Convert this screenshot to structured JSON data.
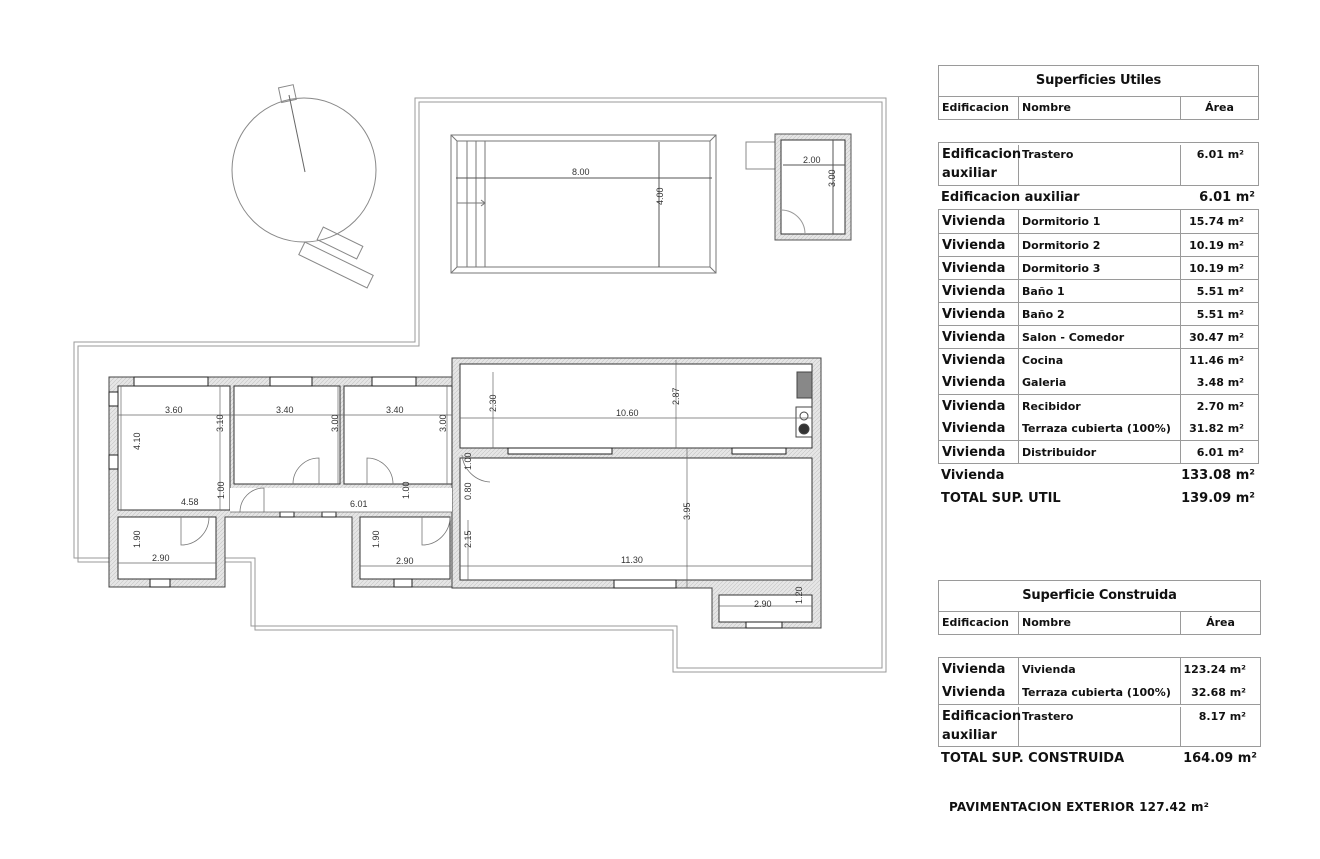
{
  "plan": {
    "pool": {
      "length": "8.00",
      "width": "4.00"
    },
    "storage": {
      "width": "2.00",
      "depth": "3.00"
    },
    "rooms_dims": {
      "dorm1_w": "3.60",
      "dorm1_h": "4.10",
      "dorm1_h2": "3.10",
      "dorm2_w": "3.40",
      "dorm2_h": "3.00",
      "dorm3_w": "3.40",
      "dorm3_h": "3.00",
      "hall_left_w": "4.58",
      "hall_left_h": "1.00",
      "hall_right_w": "6.01",
      "hall_right_h": "1.00",
      "bath1_w": "2.90",
      "bath1_h": "1.90",
      "bath2_w": "2.90",
      "bath2_h": "1.90",
      "terrace_w": "10.60",
      "terrace_h": "2.87",
      "terrace_h2": "2.30",
      "entry_h": "1.00",
      "entry_h2": "0.80",
      "living_w": "11.30",
      "living_h": "3.95",
      "living_h2": "2.15",
      "galeria_w": "2.90",
      "galeria_h": "1.20"
    }
  },
  "utiles": {
    "title": "Superficies Utiles",
    "headers": {
      "edificacion": "Edificacion",
      "nombre": "Nombre",
      "area": "Área"
    },
    "aux_rows": [
      {
        "edificacion": "Edificacion auxiliar",
        "nombre": "Trastero",
        "area": "6.01 m²"
      }
    ],
    "aux_subtotal": {
      "label": "Edificacion auxiliar",
      "area": "6.01 m²"
    },
    "viv_rows": [
      {
        "edificacion": "Vivienda",
        "nombre": "Dormitorio 1",
        "area": "15.74 m²"
      },
      {
        "edificacion": "Vivienda",
        "nombre": "Dormitorio 2",
        "area": "10.19 m²"
      },
      {
        "edificacion": "Vivienda",
        "nombre": "Dormitorio 3",
        "area": "10.19 m²"
      },
      {
        "edificacion": "Vivienda",
        "nombre": "Baño 1",
        "area": "5.51 m²"
      },
      {
        "edificacion": "Vivienda",
        "nombre": "Baño 2",
        "area": "5.51 m²"
      },
      {
        "edificacion": "Vivienda",
        "nombre": "Salon - Comedor",
        "area": "30.47 m²"
      },
      {
        "edificacion": "Vivienda",
        "nombre": "Cocina",
        "area": "11.46 m²"
      },
      {
        "edificacion": "Vivienda",
        "nombre": "Galeria",
        "area": "3.48 m²"
      },
      {
        "edificacion": "Vivienda",
        "nombre": "Recibidor",
        "area": "2.70 m²"
      },
      {
        "edificacion": "Vivienda",
        "nombre": "Terraza cubierta (100%)",
        "area": "31.82 m²"
      },
      {
        "edificacion": "Vivienda",
        "nombre": "Distribuidor",
        "area": "6.01 m²"
      }
    ],
    "viv_subtotal": {
      "label": "Vivienda",
      "area": "133.08 m²"
    },
    "total": {
      "label": "TOTAL SUP. UTIL",
      "area": "139.09 m²"
    }
  },
  "construida": {
    "title": "Superficie Construida",
    "headers": {
      "edificacion": "Edificacion",
      "nombre": "Nombre",
      "area": "Área"
    },
    "rows": [
      {
        "edificacion": "Vivienda",
        "nombre": "Vivienda",
        "area": "123.24 m²"
      },
      {
        "edificacion": "Vivienda",
        "nombre": "Terraza cubierta (100%)",
        "area": "32.68 m²"
      },
      {
        "edificacion": "Edificacion auxiliar",
        "nombre": "Trastero",
        "area": "8.17 m²"
      }
    ],
    "total": {
      "label": "TOTAL SUP. CONSTRUIDA",
      "area": "164.09 m²"
    }
  },
  "pavimentacion": "PAVIMENTACION EXTERIOR 127.42 m²"
}
